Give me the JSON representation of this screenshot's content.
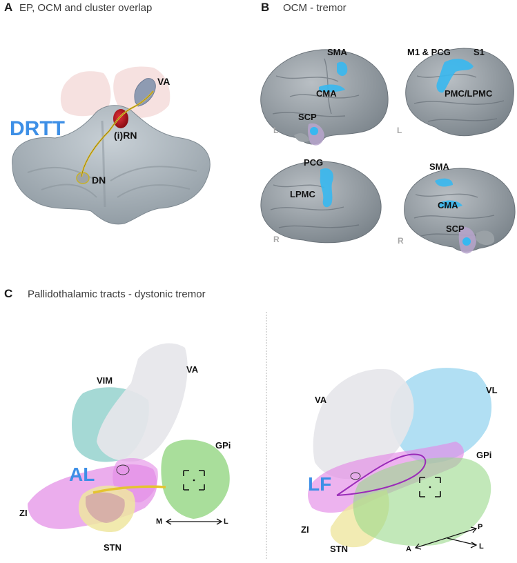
{
  "panel_a": {
    "letter": "A",
    "title": "EP, OCM and cluster overlap",
    "labels": {
      "va": "VA",
      "drtt": "DRTT",
      "irn": "(i)RN",
      "dn": "DN"
    }
  },
  "panel_b": {
    "letter": "B",
    "title": "OCM - tremor",
    "views": [
      {
        "side": "L",
        "labels": [
          "SMA",
          "CMA",
          "SCP"
        ]
      },
      {
        "side": "L",
        "labels": [
          "M1 & PCG",
          "S1",
          "PMC/LPMC"
        ]
      },
      {
        "side": "R",
        "labels": [
          "PCG",
          "LPMC"
        ]
      },
      {
        "side": "R",
        "labels": [
          "SMA",
          "CMA",
          "SCP"
        ]
      }
    ]
  },
  "panel_c": {
    "letter": "C",
    "title": "Pallidothalamic tracts - dystonic tremor",
    "left": {
      "vim": "VIM",
      "va": "VA",
      "gpi": "GPi",
      "al": "AL",
      "zi": "ZI",
      "stn": "STN",
      "axis_m": "M",
      "axis_l": "L"
    },
    "right": {
      "va": "VA",
      "vl": "VL",
      "gpi": "GPi",
      "lf": "LF",
      "zi": "ZI",
      "stn": "STN",
      "axis_a": "A",
      "axis_p": "P",
      "axis_l": "L"
    }
  },
  "colors": {
    "accent_blue": "#3d8fe6",
    "red_nucleus": "#b0121a",
    "ocm_cyan": "#37b8f0",
    "gpi_green": "#9ad88a",
    "zi_magenta": "#e38ae6",
    "stn_yellow": "#efe6a0",
    "vim_teal": "#8fd0cb",
    "vl_blue": "#a8dcf2",
    "tract_yellow": "#e5c430",
    "tract_purple": "#9a2bb8"
  }
}
